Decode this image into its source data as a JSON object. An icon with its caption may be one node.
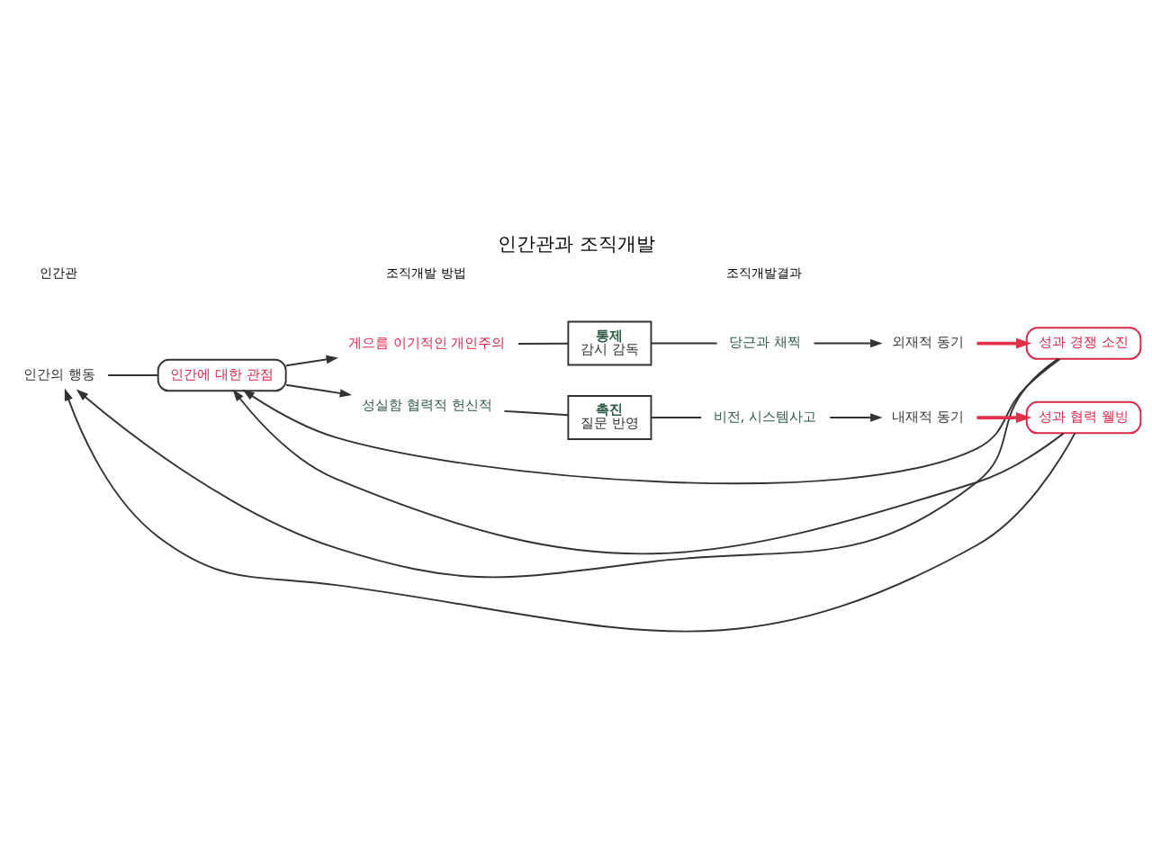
{
  "diagram": {
    "title": "인간관과 조직개발",
    "nodes": [
      {
        "text": [
          "인간의 행동"
        ]
      },
      {
        "text": [
          "인간에 대한 관점"
        ]
      },
      {
        "text": [
          "게으름 이기적인 개인주의"
        ]
      },
      {
        "text": [
          "통제",
          "감시 감독"
        ]
      },
      {
        "text": [
          "성실함 협력적 헌신적"
        ]
      },
      {
        "text": [
          "촉진",
          "질문 반영"
        ]
      },
      {
        "text": [
          "당근과 채찍"
        ]
      },
      {
        "text": [
          "외재적 동기"
        ]
      },
      {
        "text": [
          "성과 경쟁 소진"
        ]
      },
      {
        "text": [
          "내재적 동기"
        ]
      },
      {
        "text": [
          "비전, 시스템사고"
        ]
      },
      {
        "text": [
          "성과 협력 웰빙"
        ]
      }
    ],
    "edges": [
      {
        "from": 0,
        "to": 1,
        "arrow": "none"
      },
      {
        "from": 1,
        "to": 2,
        "arrow": "to"
      },
      {
        "from": 1,
        "to": 4,
        "arrow": "to"
      },
      {
        "from": 2,
        "to": 3,
        "arrow": "none"
      },
      {
        "from": 4,
        "to": 5,
        "arrow": "none"
      },
      {
        "from": 3,
        "to": 6,
        "arrow": "none"
      },
      {
        "from": 6,
        "to": 7,
        "arrow": "to"
      },
      {
        "from": 7,
        "to": 8,
        "arrow": "to",
        "style": "thick",
        "color": "#e0304a"
      },
      {
        "from": 5,
        "to": 10,
        "arrow": "none"
      },
      {
        "from": 10,
        "to": 9,
        "arrow": "to"
      },
      {
        "from": 9,
        "to": 11,
        "arrow": "to",
        "style": "thick",
        "color": "#e0304a"
      },
      {
        "from": 8,
        "to": 0,
        "arrow": "to"
      },
      {
        "from": 8,
        "to": 1,
        "arrow": "to"
      },
      {
        "from": 11,
        "to": 0,
        "arrow": "to"
      },
      {
        "from": 11,
        "to": 1,
        "arrow": "to"
      }
    ],
    "labels": [
      "인간관",
      "조직개발 방법",
      "조직개발결과"
    ]
  }
}
